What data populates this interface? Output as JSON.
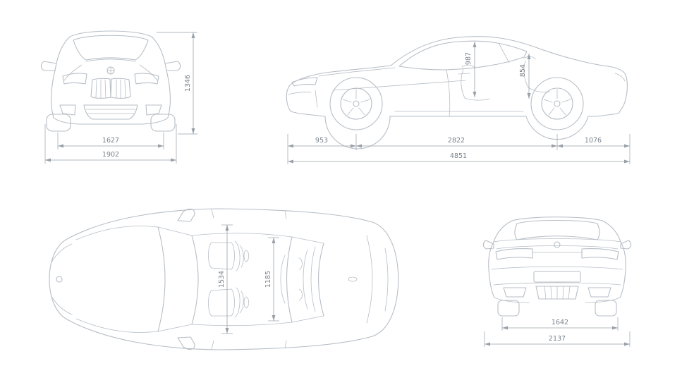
{
  "views": {
    "front": {
      "height": "1346",
      "track": "1627",
      "width": "1902"
    },
    "side": {
      "front_headroom": "987",
      "rear_headroom": "854",
      "front_overhang": "953",
      "wheelbase": "2822",
      "rear_overhang": "1076",
      "length": "4851"
    },
    "top": {
      "front_interior_width": "1534",
      "rear_interior_width": "1185"
    },
    "rear": {
      "track": "1642",
      "overall_width": "2137"
    }
  },
  "icons": {
    "brand_badge": "bmw-roundel"
  },
  "colors": {
    "background": "#ffffff",
    "car_line": "#b7bec6",
    "dim_line": "#98a0a8",
    "dim_text": "#79828b"
  }
}
